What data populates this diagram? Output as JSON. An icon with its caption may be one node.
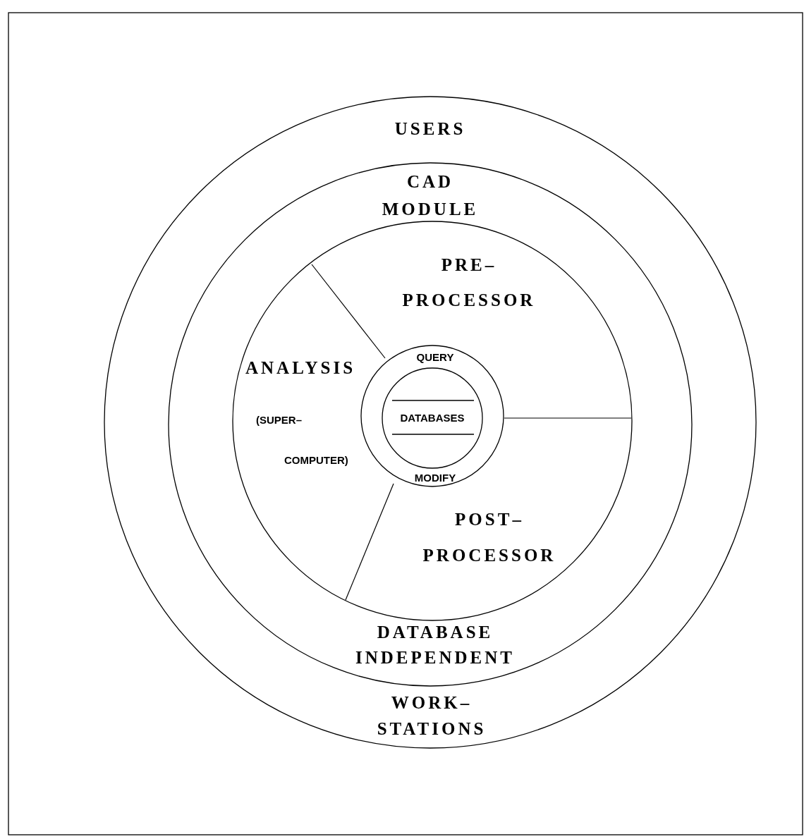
{
  "diagram": {
    "nodes": [
      {
        "text": [
          "USERS",
          "WORK– STATIONS"
        ]
      },
      {
        "text": [
          "CAD MODULE",
          "DATABASE INDEPENDENT"
        ],
        "in": 0
      },
      {
        "text": [],
        "shape": "circle",
        "in": 1
      },
      {
        "text": [
          "PRE– PROCESSOR"
        ],
        "in": 2
      },
      {
        "text": [
          "ANALYSIS",
          "(SUPER– COMPUTER)"
        ],
        "in": 2
      },
      {
        "text": [
          "POST– PROCESSOR"
        ],
        "in": 2
      },
      {
        "text": [
          "QUERY",
          "MODIFY"
        ],
        "in": 2
      },
      {
        "text": [
          "DATABASES"
        ],
        "in": 6
      }
    ],
    "edges": []
  }
}
